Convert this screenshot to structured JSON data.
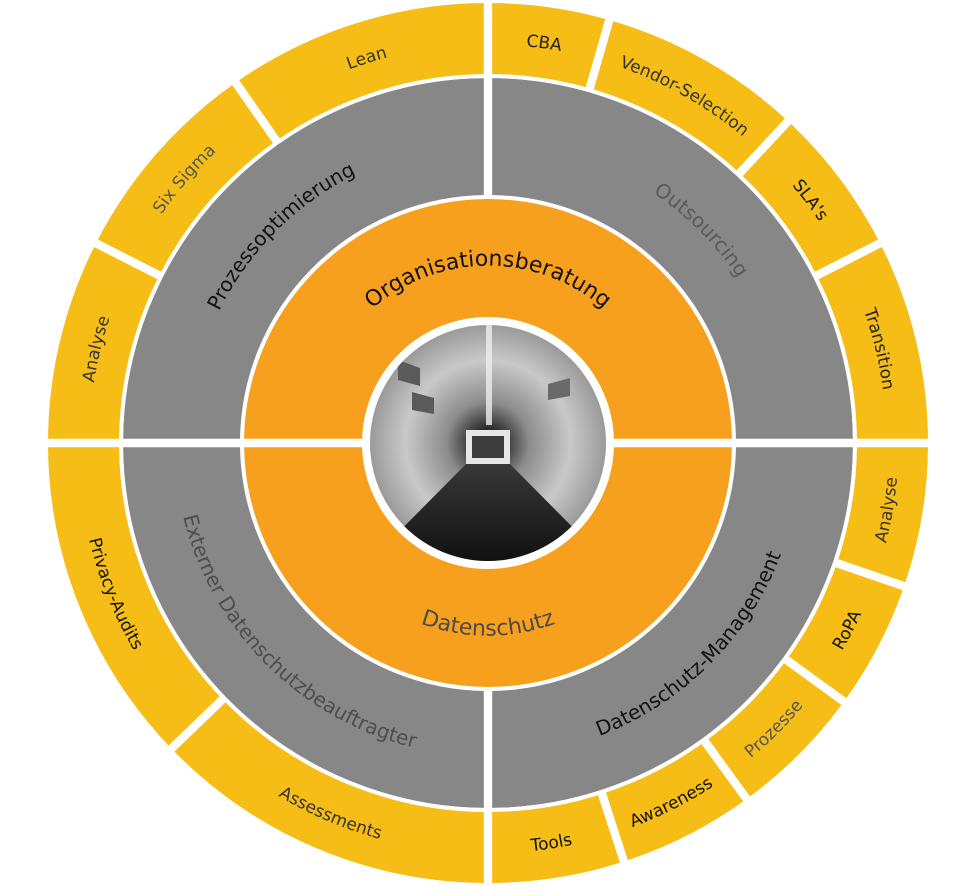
{
  "colors": {
    "inner": "#f7a01d",
    "middle": "#878787",
    "outer": "#f6bd16",
    "text_dark": "#111111",
    "text_muted": "#555555"
  },
  "center_image": {
    "icon": "tunnel-photo-icon"
  },
  "inner_ring": [
    {
      "label": "Organisationsberatung",
      "start": -90,
      "end": 90,
      "text_color": "#111111"
    },
    {
      "label": "Datenschutz",
      "start": 90,
      "end": 270,
      "text_color": "#4a4a4a"
    }
  ],
  "middle_ring": [
    {
      "label": "Outsourcing",
      "start": 0,
      "end": 90,
      "text_color": "#5a5a5a"
    },
    {
      "label": "Datenschutz-Management",
      "start": 90,
      "end": 180,
      "text_color": "#111111"
    },
    {
      "label": "Externer Datenschutzbeauftragter",
      "start": 180,
      "end": 270,
      "text_color": "#4d4d4d"
    },
    {
      "label": "Prozessoptimierung",
      "start": 270,
      "end": 360,
      "text_color": "#111111"
    }
  ],
  "outer_ring": [
    {
      "label": "CBA",
      "start": 0,
      "end": 16,
      "text_color": "#222222"
    },
    {
      "label": "Vendor-Selection",
      "start": 16,
      "end": 43,
      "text_color": "#333333"
    },
    {
      "label": "SLA's",
      "start": 43,
      "end": 63,
      "text_color": "#111111"
    },
    {
      "label": "Transition",
      "start": 63,
      "end": 90,
      "text_color": "#222222"
    },
    {
      "label": "Analyse",
      "start": 90,
      "end": 109,
      "text_color": "#333333"
    },
    {
      "label": "RoPA",
      "start": 109,
      "end": 126,
      "text_color": "#111111"
    },
    {
      "label": "Prozesse",
      "start": 126,
      "end": 144,
      "text_color": "#555555"
    },
    {
      "label": "Awareness",
      "start": 144,
      "end": 162,
      "text_color": "#111111"
    },
    {
      "label": "Tools",
      "start": 162,
      "end": 180,
      "text_color": "#111111"
    },
    {
      "label": "Assessments",
      "start": 180,
      "end": 226,
      "text_color": "#333333"
    },
    {
      "label": "Privacy-Audits",
      "start": 226,
      "end": 270,
      "text_color": "#111111"
    },
    {
      "label": "Analyse",
      "start": 270,
      "end": 297,
      "text_color": "#333333"
    },
    {
      "label": "Six Sigma",
      "start": 297,
      "end": 325,
      "text_color": "#555555"
    },
    {
      "label": "Lean",
      "start": 325,
      "end": 360,
      "text_color": "#333333"
    }
  ]
}
